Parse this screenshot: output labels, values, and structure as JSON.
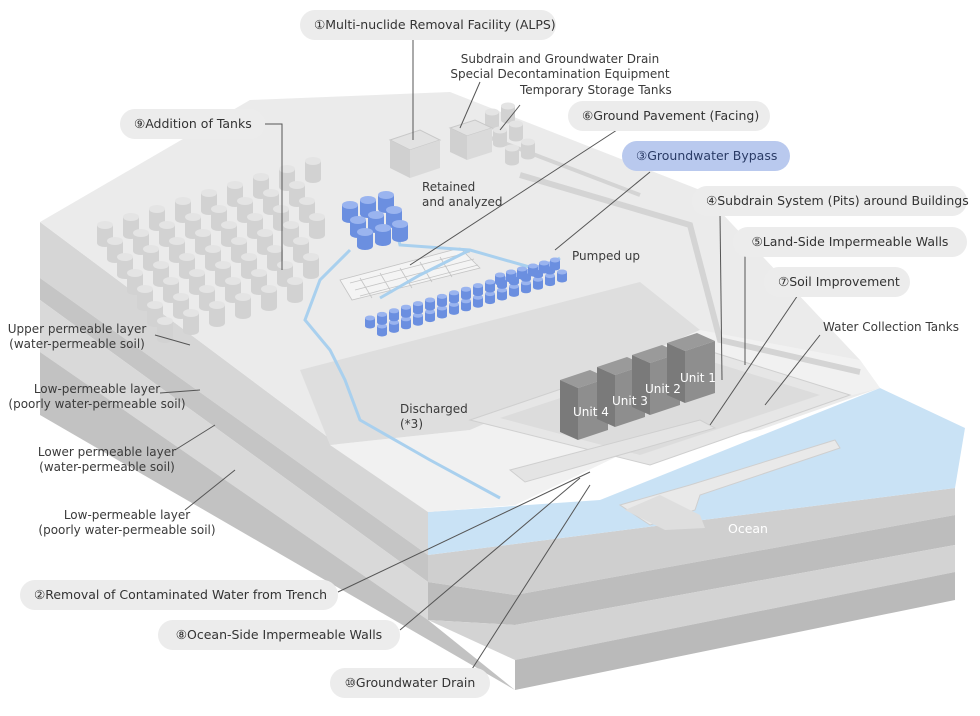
{
  "callouts": {
    "alps": "①Multi-nuclide Removal Facility (ALPS)",
    "trench": "②Removal of Contaminated Water from Trench",
    "bypass": "③Groundwater Bypass",
    "subdrain": "④Subdrain System (Pits) around Buildings",
    "land_wall": "⑤Land-Side Impermeable Walls",
    "pavement": "⑥Ground Pavement (Facing)",
    "soil": "⑦Soil Improvement",
    "ocean_wall": "⑧Ocean-Side Impermeable Walls",
    "tanks": "⑨Addition of Tanks",
    "drain": "⑩Groundwater Drain"
  },
  "labels": {
    "special_decon_1": "Subdrain and Groundwater Drain",
    "special_decon_2": "Special Decontamination Equipment",
    "temp_storage": "Temporary Storage Tanks",
    "retained_1": "Retained",
    "retained_2": "and analyzed",
    "pumped": "Pumped up",
    "discharged_1": "Discharged",
    "discharged_2": "(*3)",
    "collection": "Water Collection Tanks",
    "upper_1": "Upper permeable layer",
    "upper_2": "(water-permeable soil)",
    "lowperm1_1": "Low-permeable layer",
    "lowperm1_2": "(poorly water-permeable soil)",
    "lower_1": "Lower permeable layer",
    "lower_2": "(water-permeable soil)",
    "lowperm2_1": "Low-permeable layer",
    "lowperm2_2": "(poorly water-permeable soil)",
    "ocean": "Ocean"
  },
  "units": [
    "Unit 4",
    "Unit 3",
    "Unit 2",
    "Unit 1"
  ],
  "colors": {
    "highlight": "#b9c9ee",
    "water": "#bcd9ef",
    "flow": "#a9d0ee",
    "tank_blue": "#6b8fe0"
  }
}
